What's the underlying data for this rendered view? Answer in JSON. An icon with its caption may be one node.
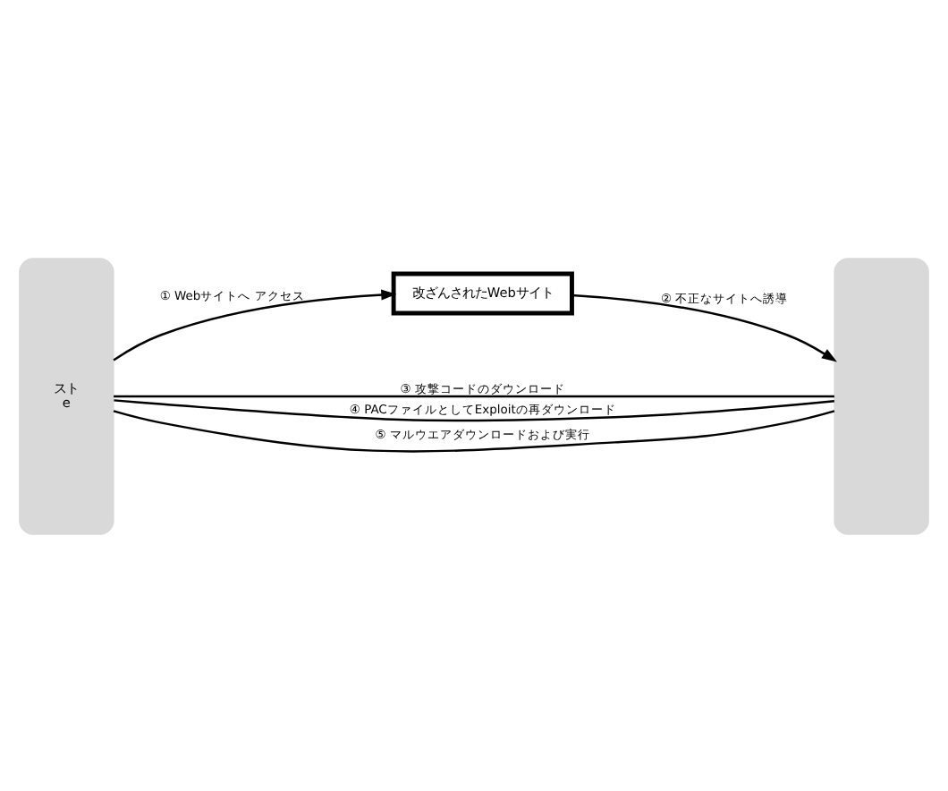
{
  "diagram": {
    "nodes": [
      {
        "text": [
          "スト",
          "e"
        ]
      },
      {
        "text": [
          "改ざんされたWebサイト"
        ]
      },
      {
        "text": [],
        "shape": "box"
      }
    ],
    "edges": [
      {
        "from": 0,
        "to": 1,
        "arrow": "to",
        "label": "① Webサイトへ アクセス"
      },
      {
        "from": 1,
        "to": 2,
        "arrow": "to",
        "label": "② 不正なサイトへ誘導"
      },
      {
        "from": 0,
        "to": 2,
        "arrow": "none",
        "label": "③ 攻撃コードのダウンロード"
      },
      {
        "from": 0,
        "to": 2,
        "arrow": "none",
        "label": "④ PACファイルとしてExploitの再ダウンロード"
      },
      {
        "from": 0,
        "to": 2,
        "arrow": "none",
        "label": "⑤ マルウエアダウンロードおよび実行"
      }
    ]
  }
}
